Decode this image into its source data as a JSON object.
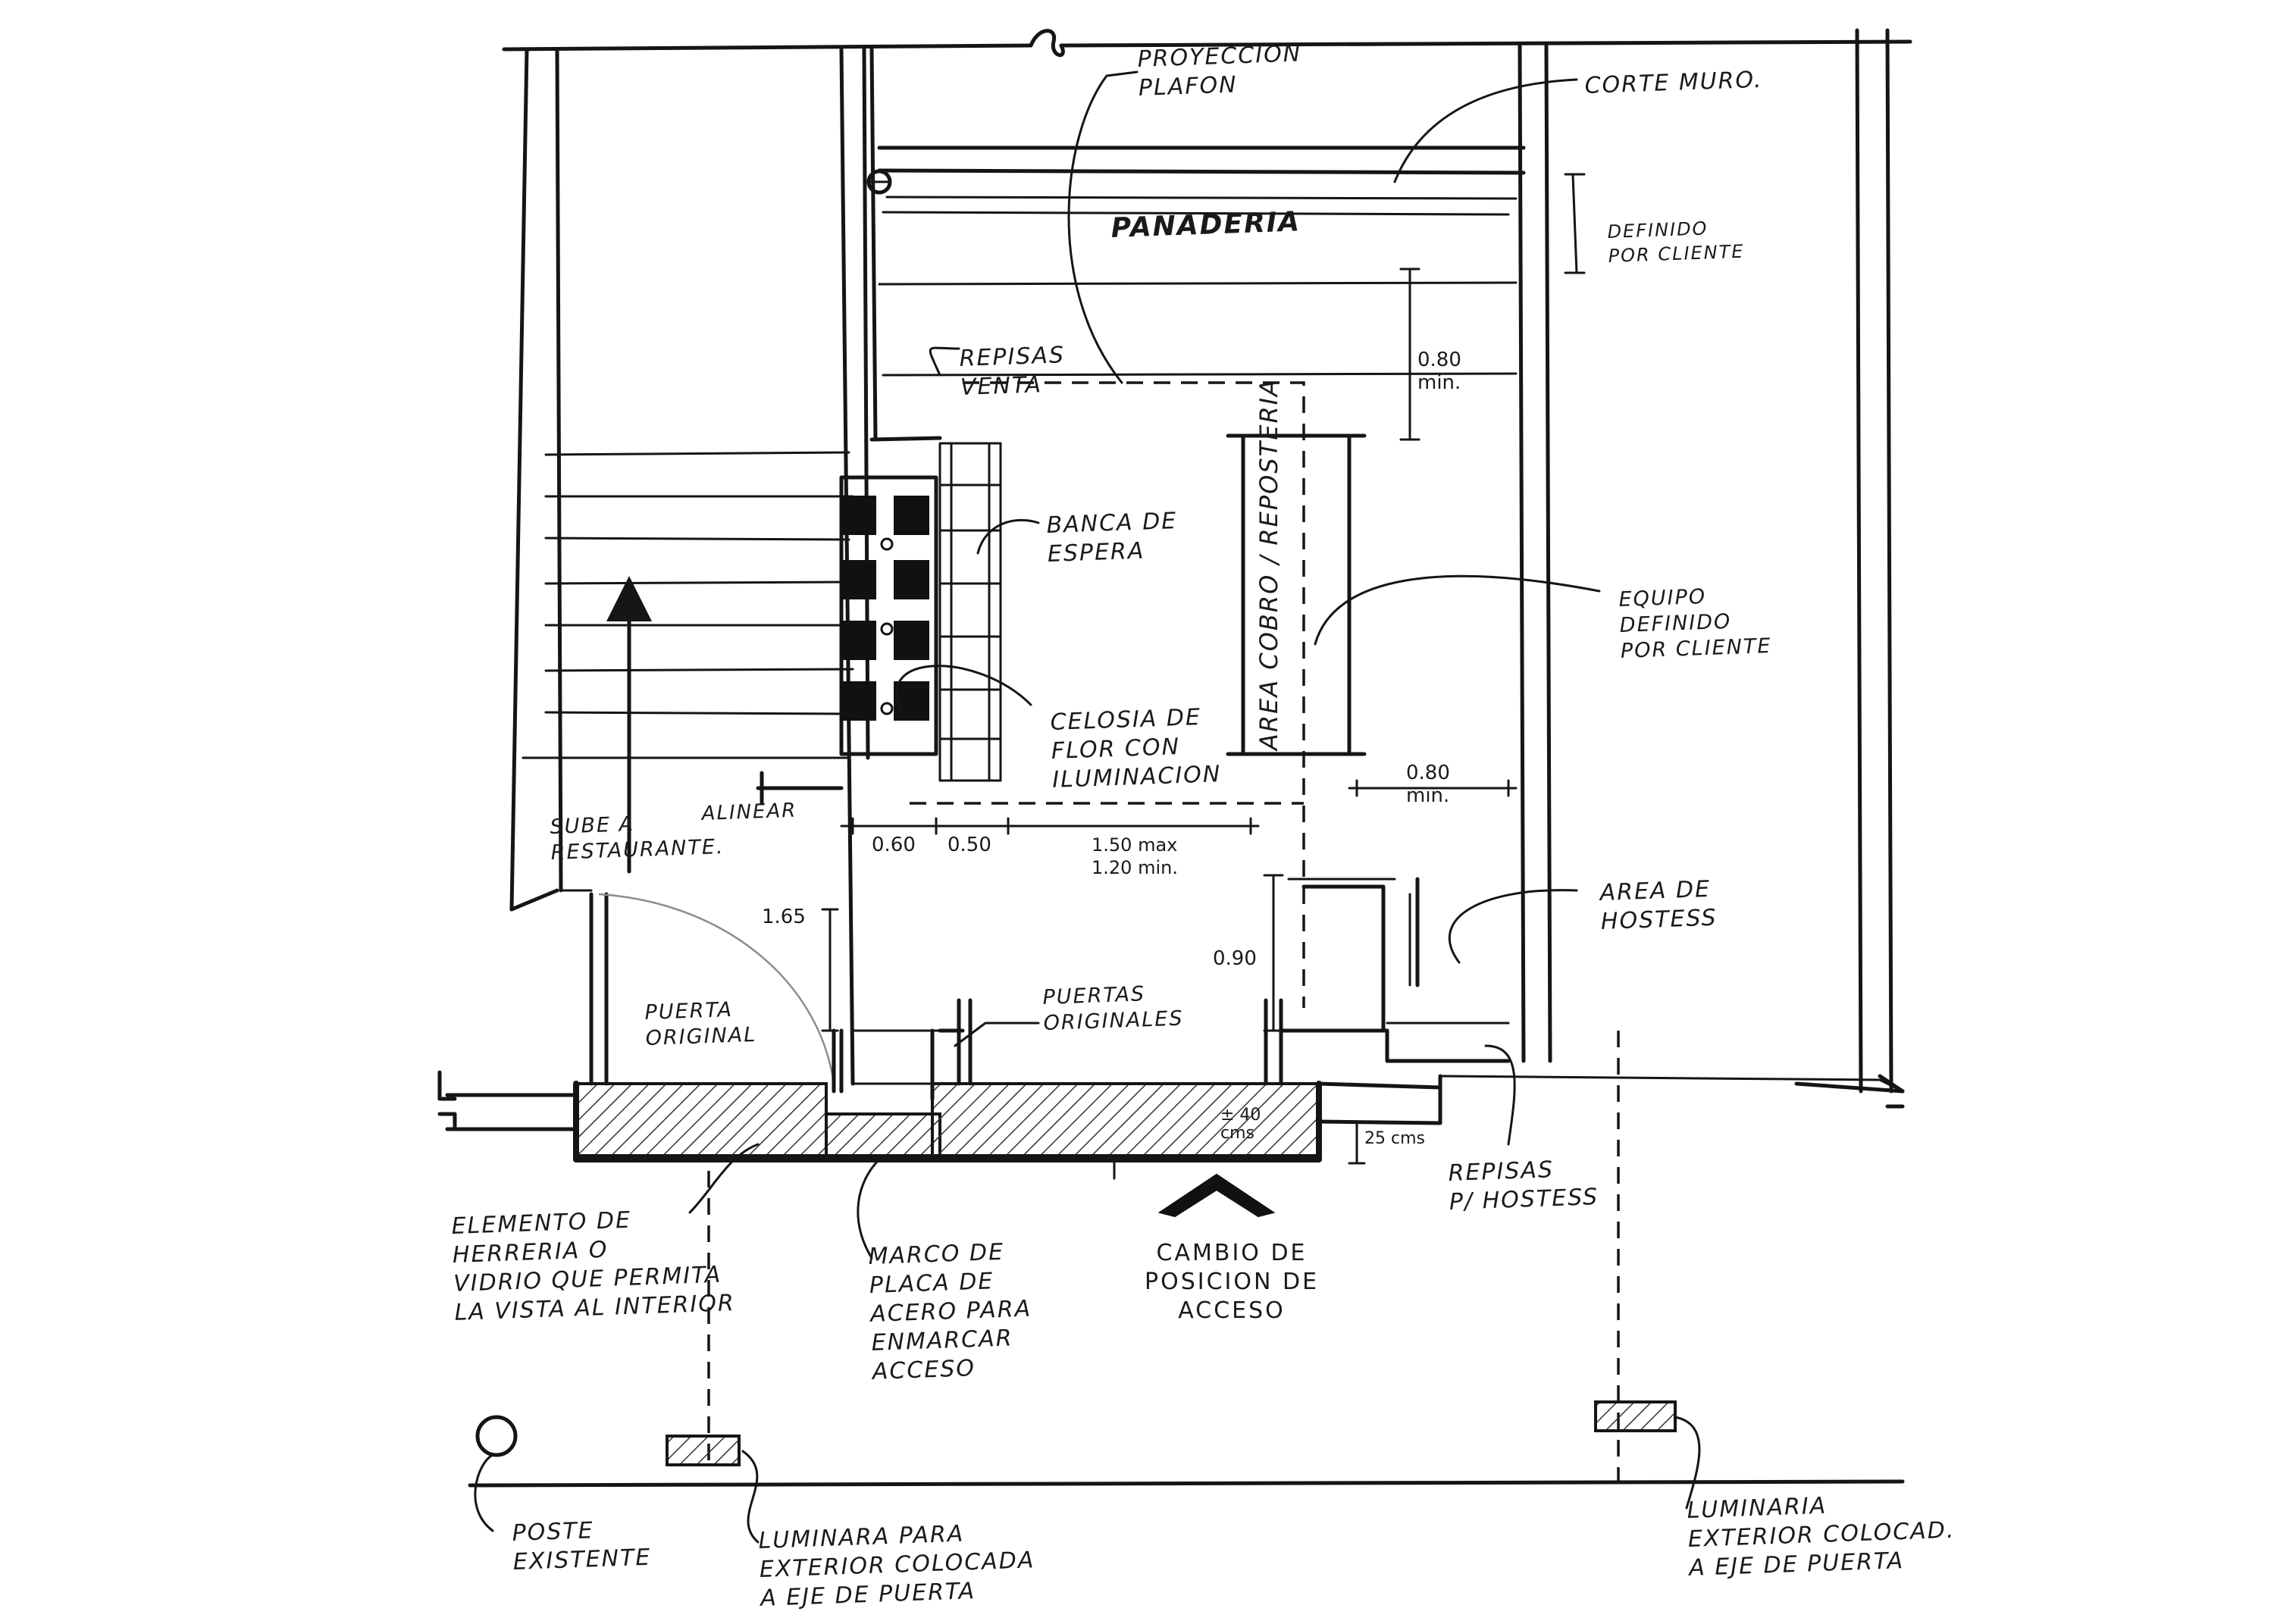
{
  "labels": {
    "proyeccion_plafon": "PROYECCION\nPLAFON",
    "corte_muro": "CORTE MURO.",
    "panaderia": "PANADERIA",
    "definido_cliente": "DEFINIDO\nPOR CLIENTE",
    "repisas_venta": "REPISAS\nVENTA",
    "banca_espera": "BANCA DE\nESPERA",
    "area_cobro": "AREA COBRO / REPOSTERIA",
    "equipo_definido": "EQUIPO\nDEFINIDO\nPOR CLIENTE",
    "celosia": "CELOSIA DE\nFLOR CON\nILUMINACION",
    "alinear": "ALINEAR",
    "sube_restaurante": "SUBE A\nRESTAURANTE.",
    "area_hostess": "AREA DE\nHOSTESS",
    "puerta_original": "PUERTA\nORIGINAL",
    "puertas_originales": "PUERTAS\nORIGINALES",
    "repisas_hostess": "REPISAS\nP/ HOSTESS",
    "elemento_herreria": "ELEMENTO DE\nHERRERIA O\nVIDRIO QUE PERMITA\nLA VISTA AL INTERIOR",
    "marco_placa": "MARCO DE\nPLACA DE\nACERO PARA\nENMARCAR\nACCESO",
    "cambio_posicion": "CAMBIO DE\nPOSICION DE\nACCESO",
    "poste_existente": "POSTE\nEXISTENTE",
    "luminaria_izq": "LUMINARA PARA\nEXTERIOR COLOCADA\nA EJE DE PUERTA",
    "luminaria_der": "LUMINARIA\nEXTERIOR COLOCAD.\nA EJE DE PUERTA"
  },
  "dimensions": {
    "d080_top": "0.80\nmin.",
    "d080_mid": "0.80\nmin.",
    "d060": "0.60",
    "d050": "0.50",
    "d150": "1.50 max\n1.20 min.",
    "d165": "1.65",
    "d090": "0.90",
    "d40": "± 40\ncms",
    "d25": "25 cms"
  }
}
